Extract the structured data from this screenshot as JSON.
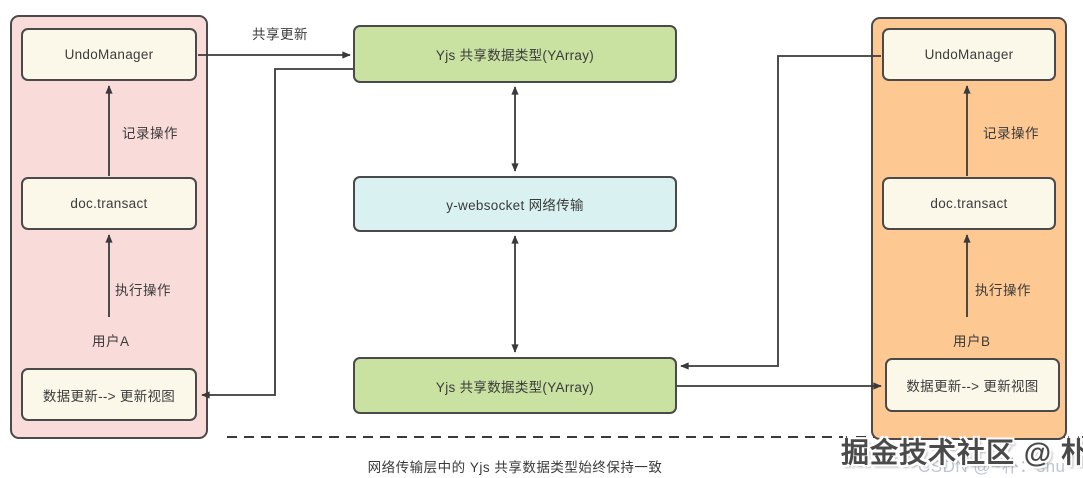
{
  "colors": {
    "panel_user_a_bg": "#f9dbd9",
    "panel_user_b_bg": "#fdc892",
    "node_bg": "#fbf8ea",
    "yarray_bg": "#c9e2a2",
    "websocket_bg": "#daf1f1",
    "border": "#4a4a4a",
    "arrow": "#3a3a3a",
    "watermark_csdn_color": "#bcc7d3"
  },
  "user_a": {
    "undo_manager": "UndoManager",
    "record_ops": "记录操作",
    "doc_transact": "doc.transact",
    "execute_ops": "执行操作",
    "user": "用户A",
    "data_update": "数据更新--> 更新视图"
  },
  "user_b": {
    "undo_manager": "UndoManager",
    "record_ops": "记录操作",
    "doc_transact": "doc.transact",
    "execute_ops": "执行操作",
    "user": "用户B",
    "data_update": "数据更新--> 更新视图"
  },
  "center": {
    "yarray_top": "Yjs 共享数据类型(YArray)",
    "websocket": "y-websocket 网络传输",
    "yarray_bottom": "Yjs 共享数据类型(YArray)"
  },
  "edges": {
    "share_update": "共享更新"
  },
  "caption": "网络传输层中的 Yjs 共享数据类型始终保持一致",
  "watermark": {
    "juejin": "掘金技术社区 @ 朴shu",
    "csdn": "CSDN @~朴：shu"
  }
}
